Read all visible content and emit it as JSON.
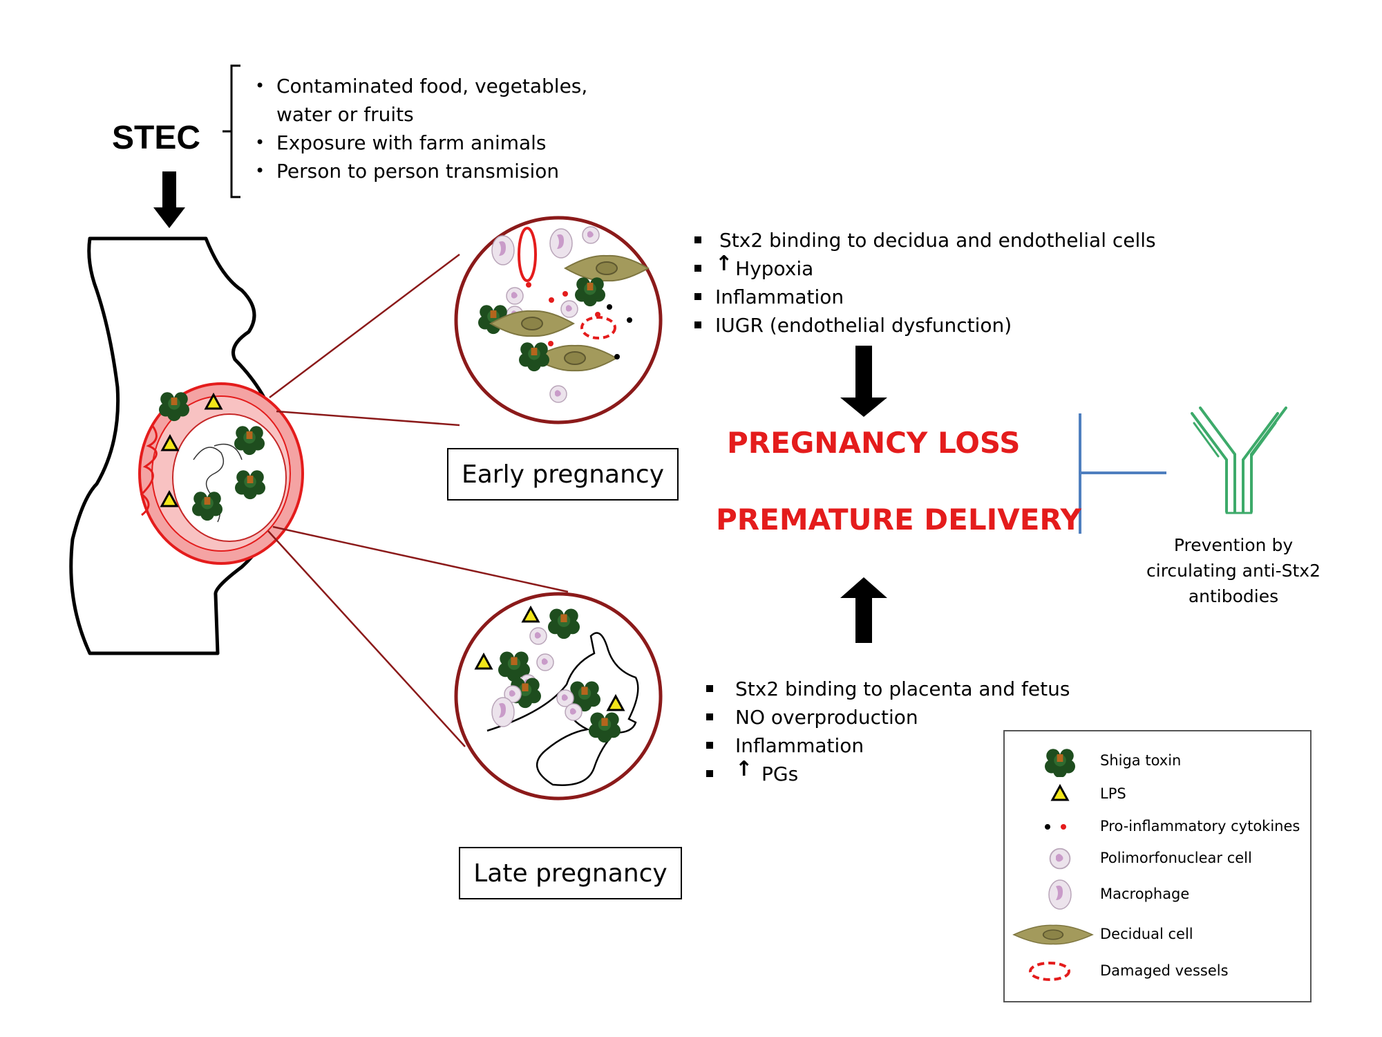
{
  "stec": {
    "label": "STEC",
    "sources": [
      "Contaminated food, vegetables,",
      "water or fruits",
      "Exposure with farm animals",
      "Person to person transmision"
    ]
  },
  "stages": {
    "early": "Early pregnancy",
    "late": "Late pregnancy"
  },
  "early_effects": [
    {
      "arrow": false,
      "text": "Stx2 binding to decidua and endothelial cells"
    },
    {
      "arrow": true,
      "text": "Hypoxia"
    },
    {
      "arrow": false,
      "text": "Inflammation"
    },
    {
      "arrow": false,
      "text": "IUGR (endothelial dysfunction)"
    }
  ],
  "late_effects": [
    {
      "arrow": false,
      "text": "Stx2 binding to placenta and fetus"
    },
    {
      "arrow": false,
      "text": "NO overproduction"
    },
    {
      "arrow": false,
      "text": "Inflammation"
    },
    {
      "arrow": true,
      "text": "PGs"
    }
  ],
  "outcomes": {
    "loss": "PREGNANCY LOSS",
    "premature": "PREMATURE DELIVERY"
  },
  "prevention": {
    "line1": "Prevention by",
    "line2": "circulating anti-Stx2",
    "line3": "antibodies"
  },
  "legend": [
    {
      "icon": "shiga-toxin-icon",
      "label": "Shiga toxin"
    },
    {
      "icon": "lps-triangle-icon",
      "label": "LPS"
    },
    {
      "icon": "cytokines-icon",
      "label": "Pro-inflammatory cytokines"
    },
    {
      "icon": "pmn-cell-icon",
      "label": "Polimorfonuclear cell"
    },
    {
      "icon": "macrophage-icon",
      "label": "Macrophage"
    },
    {
      "icon": "decidual-cell-icon",
      "label": "Decidual cell"
    },
    {
      "icon": "damaged-vessel-icon",
      "label": "Damaged vessels"
    }
  ],
  "colors": {
    "outcome_red": "#e41c1c",
    "circle_border": "#8b1a1a",
    "toxin_green": "#1e4d1e",
    "antibody_green": "#3daa6a",
    "inhibition_blue": "#4f7fbf",
    "lps_yellow": "#f2e61a",
    "decidual_olive": "#a39a5c",
    "cell_pink": "#c99bc9"
  }
}
